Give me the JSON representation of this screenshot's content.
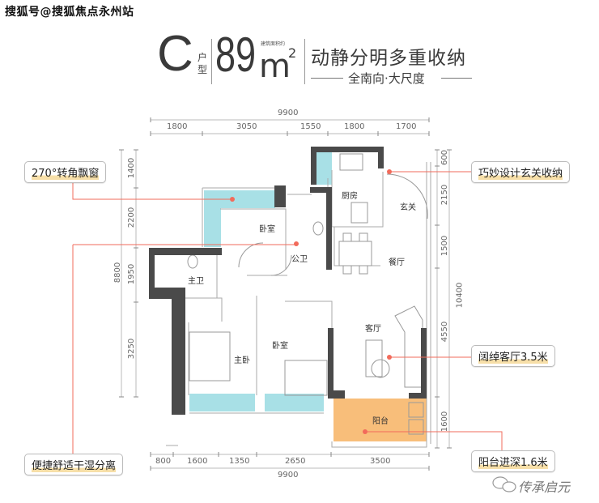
{
  "watermark": "搜狐号@搜狐焦点永州站",
  "header": {
    "type_letter": "C",
    "type_label": "户型",
    "area_number": "89",
    "area_note": "建筑面积约",
    "area_unit": "m",
    "area_sup": "2",
    "slogan": "动静分明多重收纳",
    "subtitle": "全南向·大尺度"
  },
  "dimensions": {
    "top_total": "9900",
    "top": [
      "1800",
      "3050",
      "1550",
      "1800",
      "1700"
    ],
    "bottom": [
      "800",
      "1600",
      "1350",
      "2650",
      "3500"
    ],
    "bottom_total": "9900",
    "left_total": "8800",
    "left": [
      "1400",
      "2200",
      "1950",
      "3250"
    ],
    "right_total": "10400",
    "right": [
      "600",
      "2150",
      "1500",
      "4550",
      "1600"
    ]
  },
  "rooms": {
    "kitchen": "厨房",
    "entrance": "玄关",
    "bedroom_top": "卧室",
    "public_bath": "公卫",
    "dining": "餐厅",
    "master_bath": "主卫",
    "living": "客厅",
    "bedroom_mid": "卧室",
    "master_bedroom": "主卧",
    "balcony": "阳台"
  },
  "callouts": {
    "bay_window": "270°转角飘窗",
    "dry_wet": "便捷舒适干湿分离",
    "entrance_storage": "巧妙设计玄关收纳",
    "living_width": "阔绰客厅3.5米",
    "balcony_depth": "阳台进深1.6米"
  },
  "brand": "传承启元",
  "colors": {
    "wall": "#4a4a4a",
    "window": "#a8e0e6",
    "balcony": "#f8be7a",
    "accent": "#f26b5b",
    "highlight": "#f7dfa8"
  }
}
